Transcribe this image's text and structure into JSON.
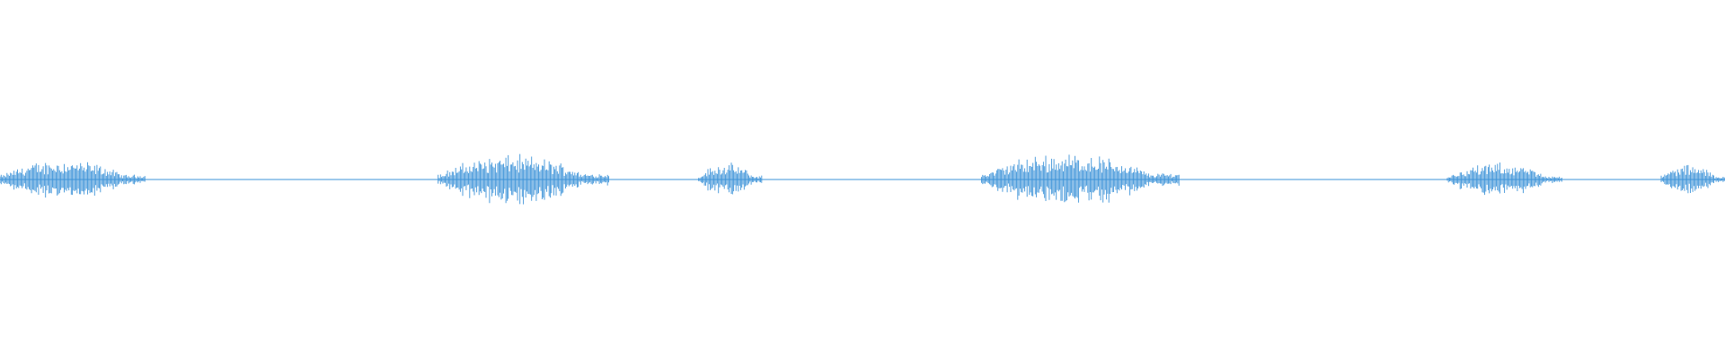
{
  "colors": {
    "background": "#ffffff",
    "waveform": "#3d93d8"
  },
  "chart_data": {
    "type": "area",
    "title": "",
    "xlabel": "",
    "ylabel": "",
    "xlim": [
      0,
      1
    ],
    "ylim": [
      -1,
      1
    ],
    "grid": false,
    "legend": "none",
    "series": [
      {
        "segments": [
          {
            "start": 0.0,
            "end": 0.084,
            "amplitude": 0.12
          },
          {
            "start": 0.254,
            "end": 0.353,
            "amplitude": 0.15
          },
          {
            "start": 0.405,
            "end": 0.442,
            "amplitude": 0.1
          },
          {
            "start": 0.569,
            "end": 0.684,
            "amplitude": 0.16
          },
          {
            "start": 0.839,
            "end": 0.906,
            "amplitude": 0.1
          },
          {
            "start": 0.963,
            "end": 1.0,
            "amplitude": 0.09
          }
        ],
        "baseline_noise": 0.005
      }
    ]
  }
}
